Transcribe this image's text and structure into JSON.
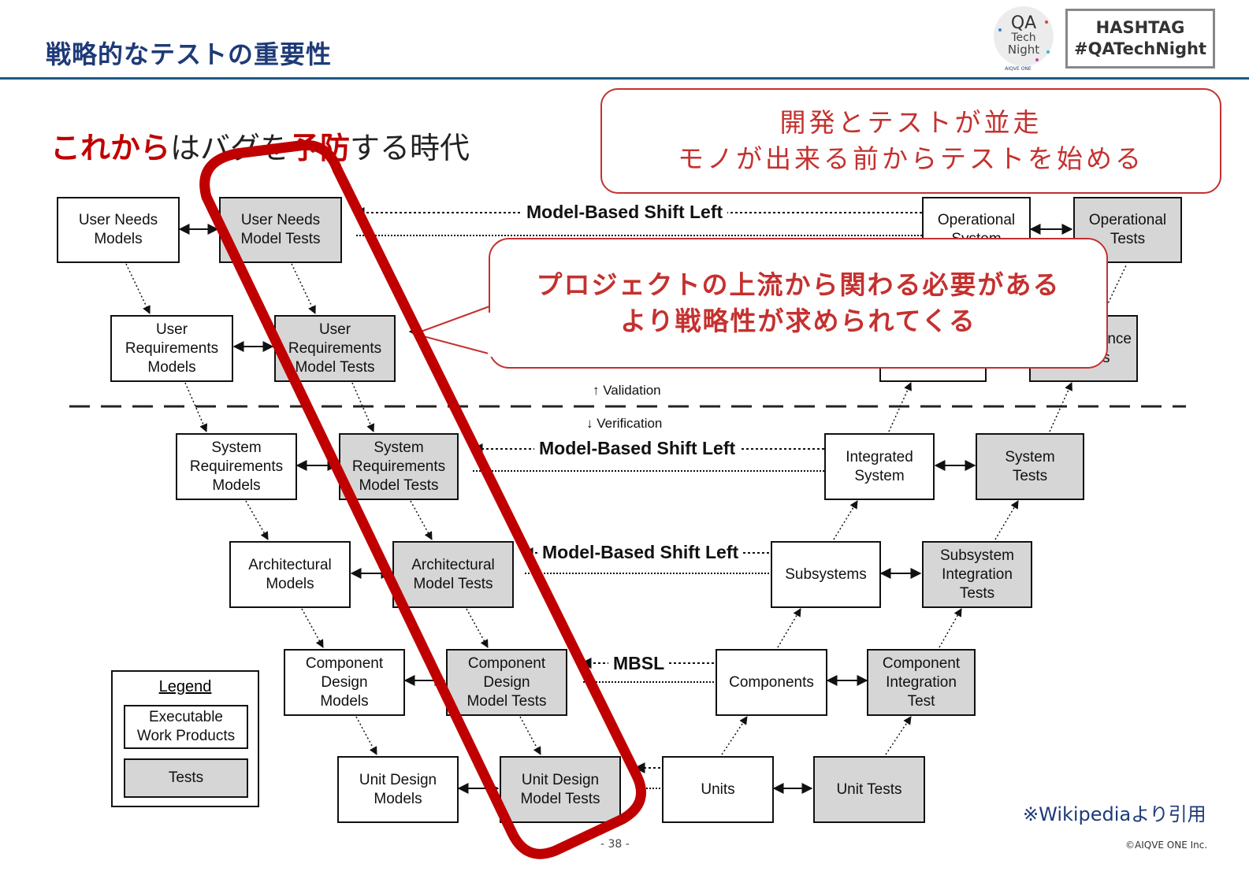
{
  "header": {
    "title": "戦略的なテストの重要性",
    "logo_text": {
      "line1": "QA",
      "line2": "Tech",
      "line3": "Night",
      "brand": "AIQVE ONE"
    },
    "hashtag_label": "HASHTAG",
    "hashtag_value": "#QATechNight"
  },
  "subtitle": {
    "part1": "これから",
    "part2": "はバグを",
    "part3": "予防",
    "part4": "する時代"
  },
  "callout_top": {
    "line1": "開発とテストが並走",
    "line2": "モノが出来る前からテストを始める"
  },
  "callout_mid": {
    "line1": "プロジェクトの上流から関わる必要がある",
    "line2": "より戦略性が求められてくる"
  },
  "diagram": {
    "boxes": {
      "user_needs_models": "User Needs\nModels",
      "user_needs_model_tests": "User Needs\nModel Tests",
      "operational_system": "Operational\nSystem",
      "operational_tests": "Operational\nTests",
      "user_requirements_models": "User\nRequirements\nModels",
      "user_requirements_model_tests": "User\nRequirements\nModel Tests",
      "acceptance_system": "",
      "acceptance_tests": "Acceptance\nTests",
      "system_requirements_models": "System\nRequirements\nModels",
      "system_requirements_model_tests": "System\nRequirements\nModel Tests",
      "integrated_system": "Integrated\nSystem",
      "system_tests": "System\nTests",
      "architectural_models": "Architectural\nModels",
      "architectural_model_tests": "Architectural\nModel Tests",
      "subsystems": "Subsystems",
      "subsystem_integration_tests": "Subsystem\nIntegration\nTests",
      "component_design_models": "Component\nDesign\nModels",
      "component_design_model_tests": "Component\nDesign\nModel Tests",
      "components": "Components",
      "component_integration_test": "Component\nIntegration\nTest",
      "unit_design_models": "Unit Design\nModels",
      "unit_design_model_tests": "Unit Design\nModel Tests",
      "units": "Units",
      "unit_tests": "Unit Tests"
    },
    "labels": {
      "shift_left_1": "Model-Based Shift Left",
      "shift_left_2": "Model-Based Shift Left",
      "shift_left_3": "Model-Based Shift Left",
      "mbsl": "MBSL",
      "validation": "↑ Validation",
      "verification": "↓ Verification"
    },
    "legend": {
      "title": "Legend",
      "executable": "Executable\nWork Products",
      "tests": "Tests"
    },
    "colors": {
      "test_fill": "#d6d6d6",
      "highlight": "#c00000"
    }
  },
  "citation": "※Wikipediaより引用",
  "page_number": "- 38 -",
  "copyright": "©AIQVE ONE Inc."
}
